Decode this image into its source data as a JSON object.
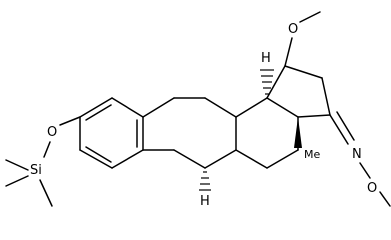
{
  "molecule": {
    "atoms": {
      "o_methoxy": "O",
      "o_silyl": "O",
      "si": "Si",
      "o_oxime": "O",
      "n_oxime": "N",
      "h_c9": "H",
      "h_c14": "H",
      "me": "Me"
    }
  }
}
